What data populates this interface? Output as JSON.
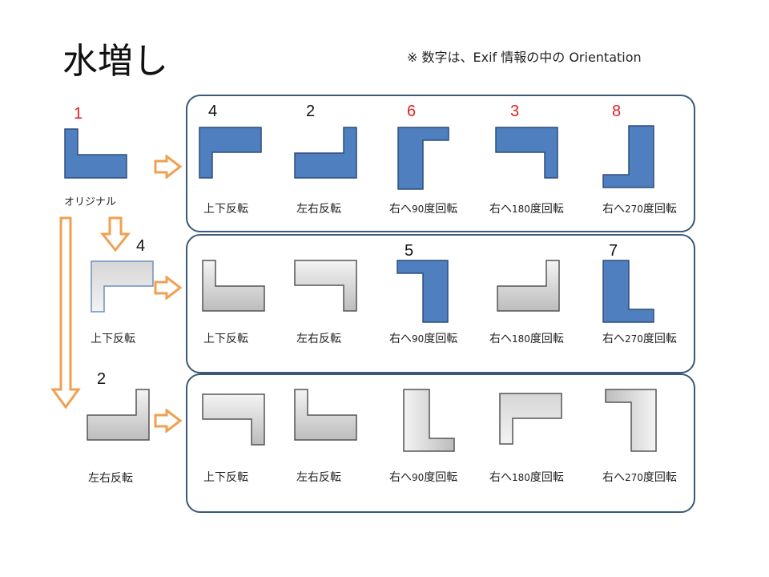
{
  "title": "水増し",
  "note": "※ 数字は、Exif 情報の中の Orientation",
  "colors": {
    "blue": "#4f7fbf",
    "blue_stroke": "#2d4f7c",
    "gray_light": "#f2f2f2",
    "gray_dark": "#bdbdbd",
    "arrow": "#f0a050",
    "panel_border": "#3b5878",
    "red": "#e02020"
  },
  "original": {
    "number": "1",
    "label": "オリジナル"
  },
  "left_items": [
    {
      "number": "4",
      "label": "上下反転"
    },
    {
      "number": "2",
      "label": "左右反転"
    }
  ],
  "rows": [
    {
      "items": [
        {
          "number": "4",
          "label": "上下反転",
          "style": "blue",
          "number_color": "black"
        },
        {
          "number": "2",
          "label": "左右反転",
          "style": "blue",
          "number_color": "black"
        },
        {
          "number": "6",
          "label_pre": "右へ",
          "label_num": "90",
          "label_post": "度回転",
          "style": "blue",
          "number_color": "red"
        },
        {
          "number": "3",
          "label_pre": "右へ",
          "label_num": "180",
          "label_post": "度回転",
          "style": "blue",
          "number_color": "red"
        },
        {
          "number": "8",
          "label_pre": "右へ",
          "label_num": "270",
          "label_post": "度回転",
          "style": "blue",
          "number_color": "red"
        }
      ]
    },
    {
      "items": [
        {
          "number": "",
          "label": "上下反転",
          "style": "gray"
        },
        {
          "number": "",
          "label": "左右反転",
          "style": "gray"
        },
        {
          "number": "5",
          "label_pre": "右へ",
          "label_num": "90",
          "label_post": "度回転",
          "style": "blue",
          "number_color": "black"
        },
        {
          "number": "",
          "label_pre": "右へ",
          "label_num": "180",
          "label_post": "度回転",
          "style": "gray"
        },
        {
          "number": "7",
          "label_pre": "右へ",
          "label_num": "270",
          "label_post": "度回転",
          "style": "blue",
          "number_color": "black"
        }
      ]
    },
    {
      "items": [
        {
          "number": "",
          "label": "上下反転",
          "style": "gray"
        },
        {
          "number": "",
          "label": "左右反転",
          "style": "gray"
        },
        {
          "number": "",
          "label_pre": "右へ",
          "label_num": "90",
          "label_post": "度回転",
          "style": "gray"
        },
        {
          "number": "",
          "label_pre": "右へ",
          "label_num": "180",
          "label_post": "度回転",
          "style": "gray"
        },
        {
          "number": "",
          "label_pre": "右へ",
          "label_num": "270",
          "label_post": "度回転",
          "style": "gray"
        }
      ]
    }
  ]
}
